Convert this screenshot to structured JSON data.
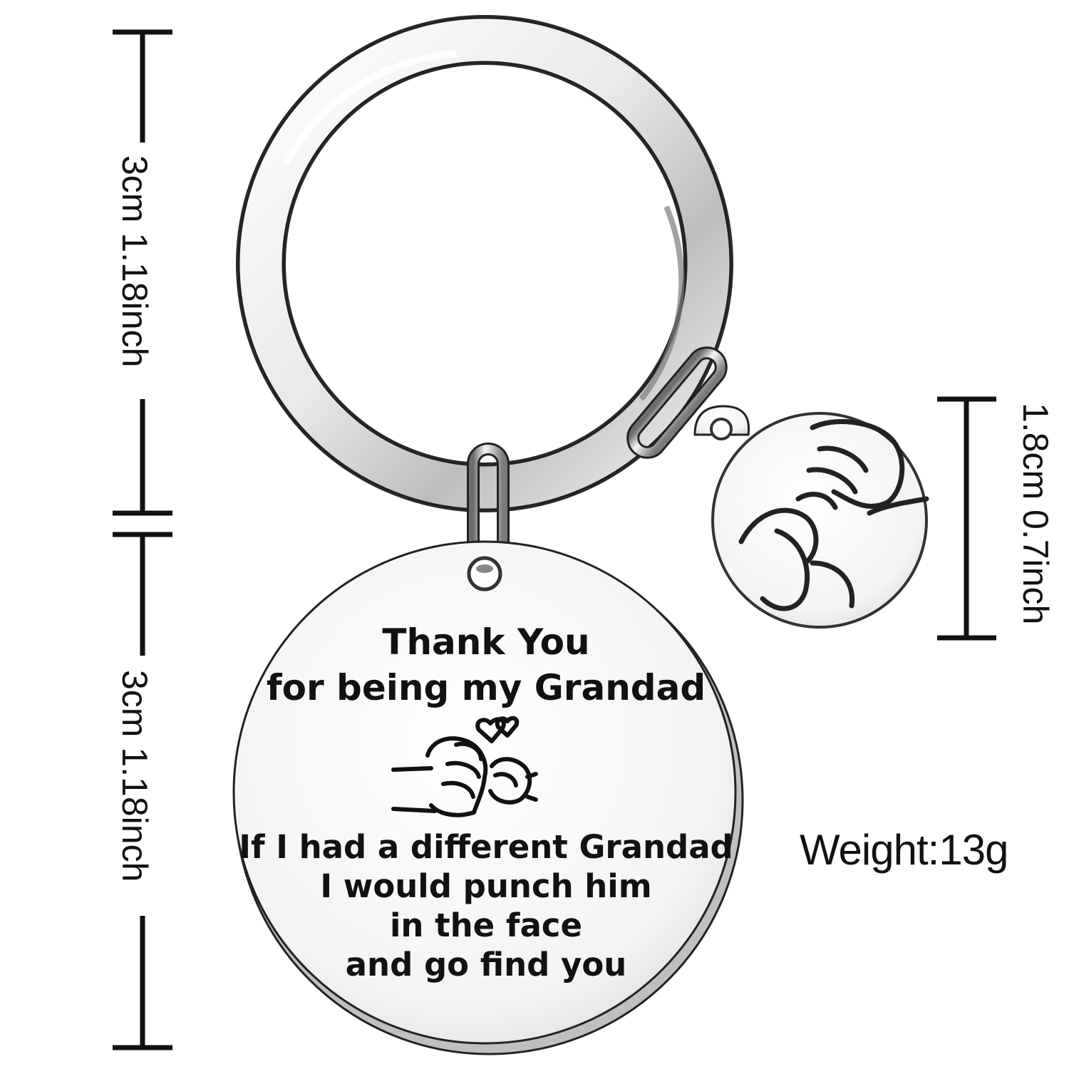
{
  "dimensions": {
    "ring_height": "3cm 1.18inch",
    "tag_height": "3cm 1.18inch",
    "charm_height": "1.8cm 0.7inch"
  },
  "tag": {
    "line1": "Thank You",
    "line2": "for being my Grandad",
    "line3": "If I had a different Grandad",
    "line4": "I would punch him",
    "line5": "in the face",
    "line6": "and go find you"
  },
  "weight": "Weight:13g",
  "colors": {
    "metal_light": "#f4f4f4",
    "metal_dark": "#9a9a9a",
    "ink": "#111111"
  }
}
